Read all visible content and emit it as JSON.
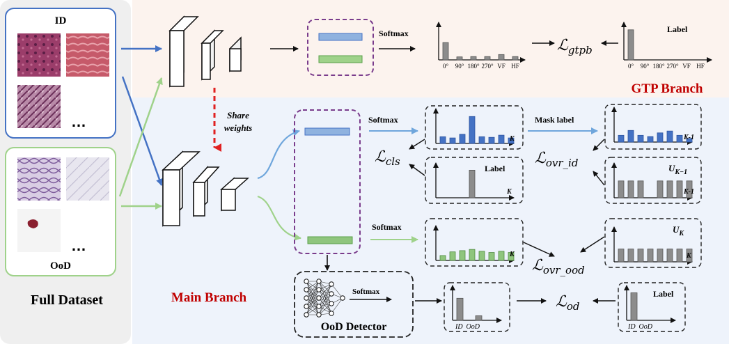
{
  "full_dataset": {
    "title": "Full Dataset",
    "id_label": "ID",
    "ood_label": "OoD",
    "ellipsis": "…"
  },
  "gtp_branch": {
    "title": "GTP Branch",
    "softmax": "Softmax",
    "label_tag": "Label",
    "loss": "ℒ",
    "loss_sub": "gtpb",
    "tick_labels": [
      "0°",
      "90°",
      "180°",
      "270°",
      "VF",
      "HF"
    ],
    "pred_bars": [
      0.52,
      0.09,
      0.1,
      0.1,
      0.16,
      0.1
    ],
    "label_bars": [
      0.9,
      0,
      0,
      0,
      0,
      0
    ]
  },
  "main_branch": {
    "title": "Main Branch",
    "share_weights_line1": "Share",
    "share_weights_line2": "weights",
    "softmax_top": "Softmax",
    "softmax_bottom": "Softmax",
    "mask_label": "Mask label",
    "label_tag": "Label",
    "axis_k": "K",
    "axis_k1": "K-1",
    "u_k1": "U",
    "u_k1_sub": "K−1",
    "u_k": "U",
    "u_k_sub": "K",
    "loss_cls": "ℒ",
    "loss_cls_sub": "cls",
    "loss_ovr_id": "ℒ",
    "loss_ovr_id_sub": "ovr_id",
    "loss_ovr_ood": "ℒ",
    "loss_ovr_ood_sub": "ovr_ood",
    "id_pred_bars": [
      0.22,
      0.18,
      0.3,
      0.88,
      0.22,
      0.2,
      0.27,
      0.18
    ],
    "id_label_bars": [
      0,
      0,
      0,
      0.9,
      0,
      0,
      0,
      0
    ],
    "mask_bars": [
      0.22,
      0.38,
      0.22,
      0.18,
      0.3,
      0.36,
      0.22,
      0.12
    ],
    "uniform_k1_bars": [
      0.55,
      0.55,
      0.55,
      0,
      0.55,
      0.55,
      0.55,
      0.55
    ],
    "ood_pred_bars": [
      0.16,
      0.28,
      0.32,
      0.36,
      0.3,
      0.26,
      0.3,
      0.26
    ],
    "uniform_k_bars": [
      0.42,
      0.42,
      0.42,
      0.42,
      0.42,
      0.42,
      0.42,
      0.42
    ]
  },
  "ood_detector": {
    "title": "OoD Detector",
    "softmax": "Softmax",
    "label_tag": "Label",
    "ticks": "ID  OoD",
    "loss": "ℒ",
    "loss_sub": "od",
    "pred_bars": [
      0.72,
      0.15
    ],
    "label_bars": [
      0.9,
      0
    ]
  },
  "colors": {
    "left_panel": "#efefef",
    "gtp_panel": "#fcf3ee",
    "main_panel": "#eef3fb",
    "id_blue": "#4472c4",
    "ood_green": "#9fd28a",
    "feature_blue": "#8fb2df",
    "feature_green": "#8fc57d",
    "bar_gray": "#8c8c8c",
    "dashed_purple": "#7a3c8c",
    "red_title": "#c00000"
  }
}
